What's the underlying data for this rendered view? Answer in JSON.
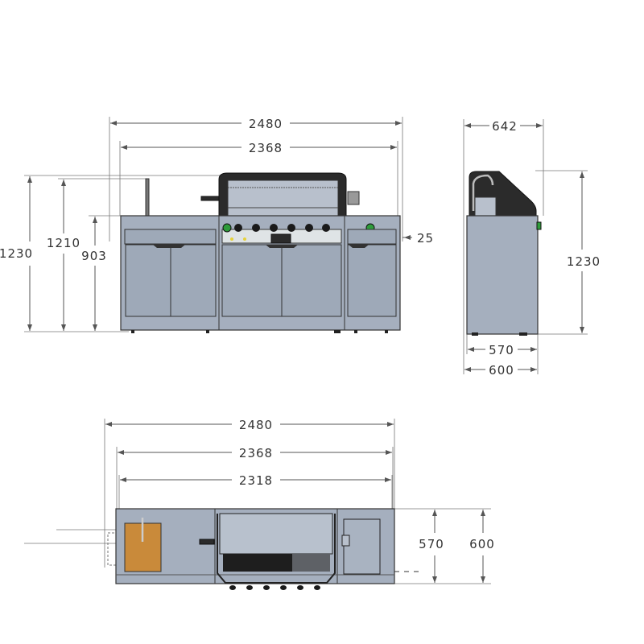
{
  "front_view": {
    "dims": {
      "overall_width": "2480",
      "body_width": "2368",
      "overall_height": "1230",
      "hood_height": "1210",
      "counter_height": "903",
      "offset": "25"
    },
    "knob_count": 7
  },
  "side_view": {
    "dims": {
      "top_depth": "642",
      "height": "1230",
      "body_depth": "570",
      "overall_depth": "600"
    }
  },
  "top_view": {
    "dims": {
      "overall_width": "2480",
      "body_width": "2368",
      "inner_width": "2318",
      "body_depth": "570",
      "overall_depth": "600"
    }
  },
  "colors": {
    "steel": "#a5afbe",
    "cutting_board": "#c98a3a",
    "knob_green": "#2e9b3a"
  }
}
